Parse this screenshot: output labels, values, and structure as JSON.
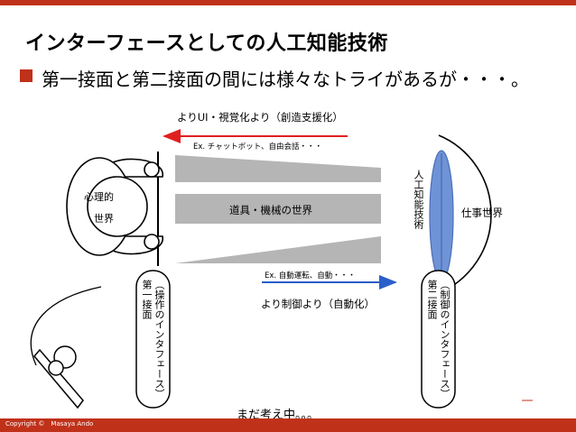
{
  "slide": {
    "title": "インターフェースとしての人工知能技術",
    "subtitle": "第一接面と第二接面の間には様々なトライがあるが・・・。",
    "footer_copyright": "Copyright ©　Masaya Ando"
  },
  "diagram": {
    "top_arrow_label": "よりUI・視覚化より（創造支援化）",
    "top_arrow_example": "Ex. チャットボット、自由会話・・・",
    "middle_label": "道具・機械の世界",
    "bottom_arrow_example": "Ex. 自動運転、自動・・・",
    "bottom_arrow_label": "より制御より（自動化）",
    "person_label_line1": "心理的",
    "person_label_line2": "世界",
    "ai_label": "人工知能技術",
    "work_world_label": "仕事世界",
    "first_interface_head": "第一接面",
    "first_interface_body": "（操作のインタフェース）",
    "second_interface_head": "第二接面",
    "second_interface_body": "（制御のインタフェース）",
    "bottom_note": "まだ考え中。。。",
    "colors": {
      "accent": "#c0311a",
      "top_arrow": "#e02020",
      "bottom_arrow": "#2a5fc8",
      "ai_lens": "#6f93d6"
    }
  }
}
